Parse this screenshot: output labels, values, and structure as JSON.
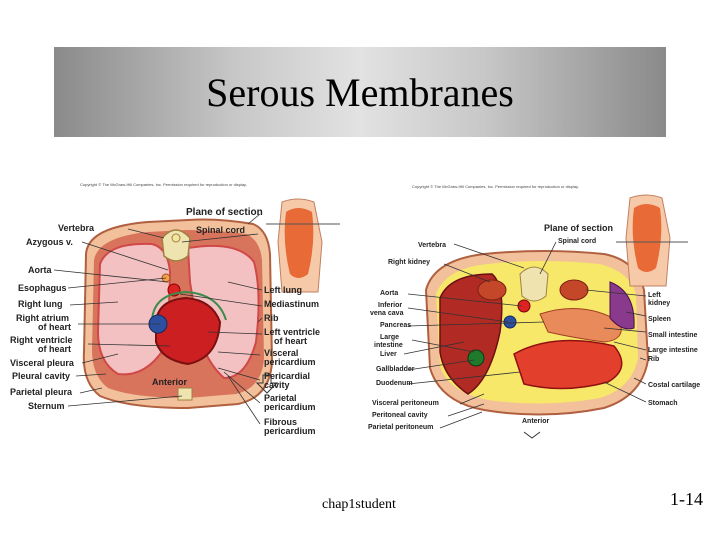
{
  "slide": {
    "title": "Serous Membranes",
    "footer_source": "chap1student",
    "page_number": "1-14"
  },
  "left_figure": {
    "copyright": "Copyright © The McGraw-Hill Companies, Inc. Permission required for reproduction or display.",
    "labels": {
      "vertebra": "Vertebra",
      "azygous": "Azygous v.",
      "aorta": "Aorta",
      "esophagus": "Esophagus",
      "right_lung": "Right lung",
      "right_atrium_1": "Right atrium",
      "right_atrium_2": "of heart",
      "right_ventricle_1": "Right ventricle",
      "right_ventricle_2": "of heart",
      "visceral_pleura": "Visceral pleura",
      "pleural_cavity": "Pleural cavity",
      "parietal_pleura": "Parietal pleura",
      "sternum": "Sternum",
      "anterior": "Anterior",
      "plane_of_section": "Plane of section",
      "spinal_cord": "Spinal cord",
      "left_lung": "Left lung",
      "mediastinum": "Mediastinum",
      "rib": "Rib",
      "left_ventricle_1": "Left ventricle",
      "left_ventricle_2": "of heart",
      "visceral_pericardium_1": "Visceral",
      "visceral_pericardium_2": "pericardium",
      "pericardial_cavity_1": "Pericardial",
      "pericardial_cavity_2": "cavity",
      "parietal_pericardium_1": "Parietal",
      "parietal_pericardium_2": "pericardium",
      "fibrous_pericardium_1": "Fibrous",
      "fibrous_pericardium_2": "pericardium"
    }
  },
  "right_figure": {
    "copyright": "Copyright © The McGraw-Hill Companies, Inc. Permission required for reproduction or display.",
    "labels": {
      "plane_of_section": "Plane of section",
      "spinal_cord": "Spinal cord",
      "vertebra": "Vertebra",
      "right_kidney": "Right kidney",
      "aorta": "Aorta",
      "ivc_1": "Inferior",
      "ivc_2": "vena cava",
      "pancreas": "Pancreas",
      "large_intestine_1": "Large",
      "large_intestine_2": "intestine",
      "liver": "Liver",
      "gallbladder": "Gallbladder",
      "duodenum": "Duodenum",
      "visceral_peritoneum": "Visceral peritoneum",
      "peritoneal_cavity": "Peritoneal cavity",
      "parietal_peritoneum": "Parietal peritoneum",
      "anterior": "Anterior",
      "left_kidney_1": "Left",
      "left_kidney_2": "kidney",
      "spleen": "Spleen",
      "small_intestine": "Small intestine",
      "large_intestine_r": "Large intestine",
      "rib": "Rib",
      "costal_cartilage": "Costal cartilage",
      "stomach": "Stomach"
    }
  }
}
